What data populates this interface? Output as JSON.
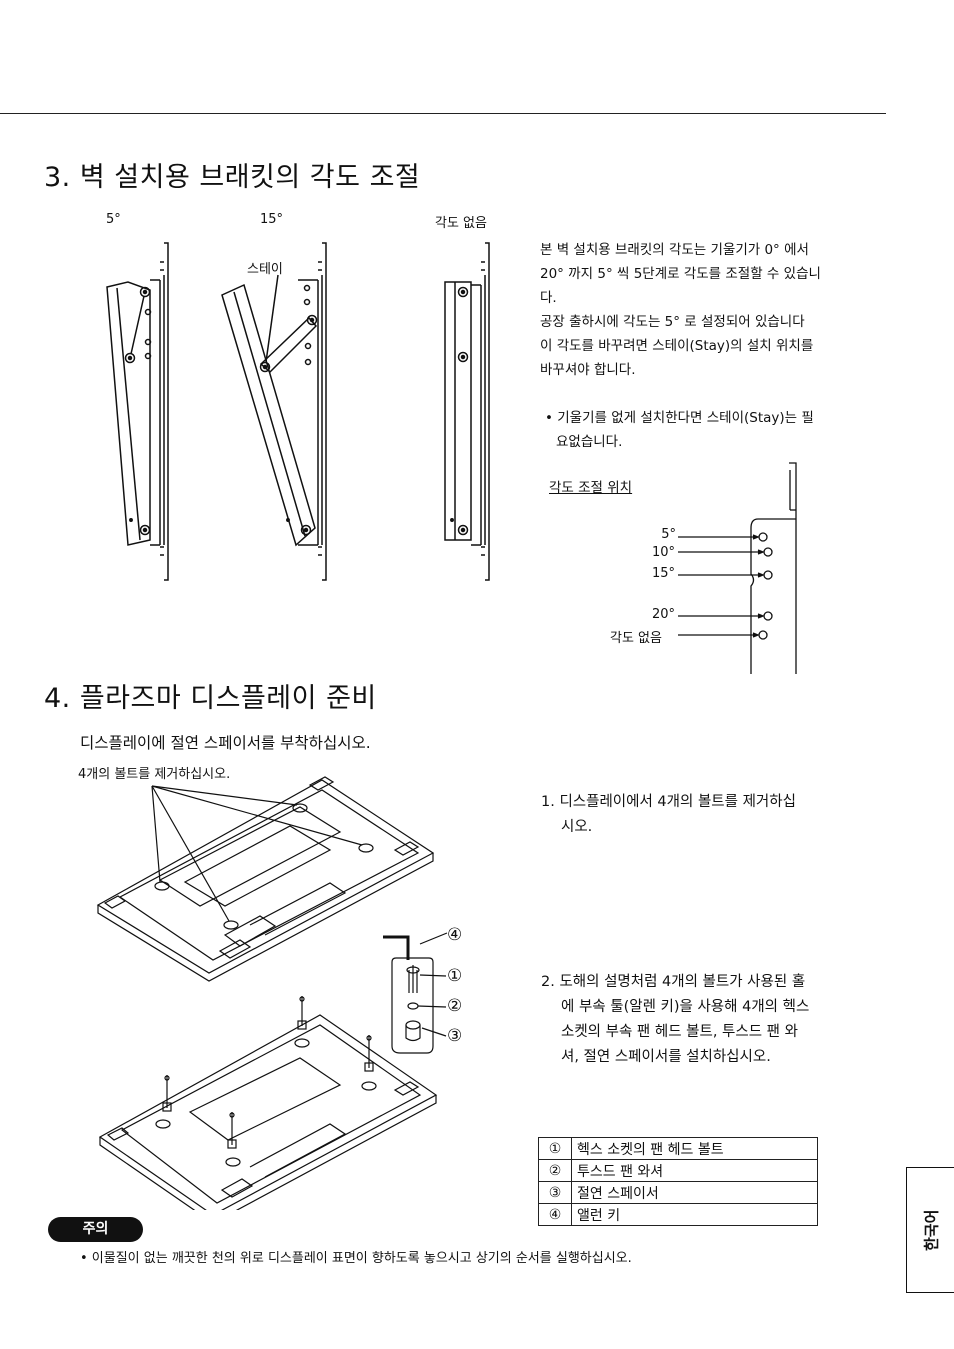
{
  "section3": {
    "title": "3. 벽 설치용 브래킷의 각도 조절",
    "angle_labels": [
      "5°",
      "15°",
      "각도 없음"
    ],
    "stay_label": "스테이",
    "description": [
      "본 벽 설치용 브래킷의 각도는 기울기가 0° 에서",
      "20° 까지 5° 씩 5단계로 각도를 조절할 수 있습니",
      "다.",
      "공장 출하시에 각도는 5° 로 설정되어 있습니다",
      "이 각도를 바꾸려면 스테이(Stay)의 설치 위치를",
      "바꾸셔야 합니다."
    ],
    "note_line1": "• 기울기를 없게 설치한다면 스테이(Stay)는 필",
    "note_line2": "요없습니다.",
    "position_title": "각도 조절 위치",
    "position_labels": [
      "5°",
      "10°",
      "15°",
      "20°",
      "각도 없음"
    ]
  },
  "section4": {
    "title": "4. 플라즈마 디스플레이 준비",
    "subtitle": "디스플레이에 절연 스페이서를 부착하십시오.",
    "bolt_remove_label": "4개의 볼트를 제거하십시오.",
    "callouts": [
      "④",
      "①",
      "②",
      "③"
    ],
    "step1_line1": "1. 디스플레이에서 4개의 볼트를 제거하십",
    "step1_line2": "시오.",
    "step2_lines": [
      "2. 도해의 설명처럼 4개의 볼트가 사용된 홀",
      "에 부속 툴(알렌 키)을 사용해 4개의 헥스",
      "소켓의 부속 팬 헤드 볼트, 투스드 팬 와",
      "셔, 절연 스페이서를 설치하십시오."
    ],
    "parts": [
      {
        "num": "①",
        "name": "헥스 소켓의 팬 헤드 볼트"
      },
      {
        "num": "②",
        "name": "투스드 팬 와셔"
      },
      {
        "num": "③",
        "name": "절연 스페이서"
      },
      {
        "num": "④",
        "name": "앨런 키"
      }
    ]
  },
  "caution": {
    "badge": "주의",
    "text": "• 이물질이 없는 깨끗한 천의 위로 디스플레이 표면이 향하도록 놓으시고 상기의 순서를 실행하십시오."
  },
  "side_tab": "한국어"
}
